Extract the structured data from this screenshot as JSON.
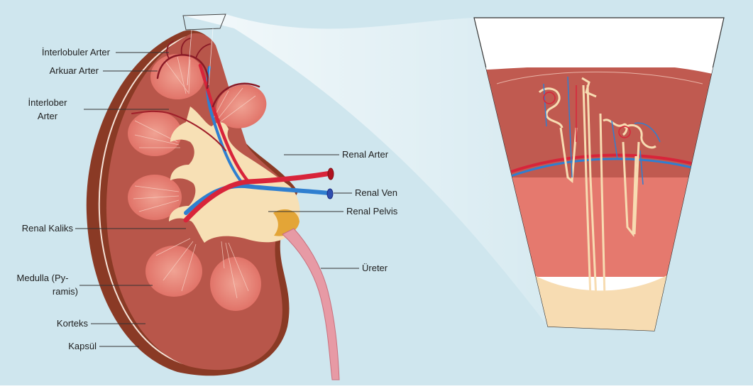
{
  "labels": {
    "interlobuler_arter": "İnterlobuler Arter",
    "arkuar_arter": "Arkuar Arter",
    "interlober_arter_line1": "İnterlober",
    "interlober_arter_line2": "Arter",
    "renal_arter": "Renal Arter",
    "renal_ven": "Renal Ven",
    "renal_pelvis": "Renal Pelvis",
    "renal_kaliks": "Renal Kaliks",
    "medulla_line1": "Medulla (Py-",
    "medulla_line2": "ramis)",
    "korteks": "Korteks",
    "kapsul": "Kapsül",
    "ureter": "Üreter"
  },
  "colors": {
    "background": "#cfe6ee",
    "capsule": "#8a3a25",
    "cortex": "#b8564a",
    "pyramid": "#e5796e",
    "pelvis": "#f7e0b5",
    "artery": "#d8243a",
    "vein": "#2f7fd0",
    "ureter": "#e79aa5"
  }
}
